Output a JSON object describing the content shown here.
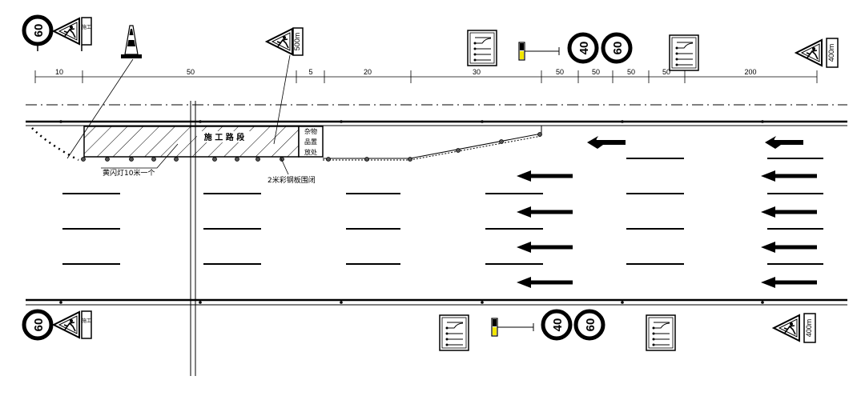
{
  "dimensions": [
    "10",
    "50",
    "5",
    "20",
    "30",
    "50",
    "50",
    "50",
    "50",
    "200"
  ],
  "work_zone": {
    "label": "施 工 路 段",
    "storage_label_lines": [
      "杂物",
      "品置",
      "放处"
    ]
  },
  "annotations": {
    "flash_light": "黄闪灯10米一个",
    "fence": "2米彩钢板围闭"
  },
  "signs": {
    "speed_60": "60",
    "speed_40": "40",
    "distance_400m": "400m",
    "distance_500m": "500m",
    "construction_vertical": "施工"
  },
  "colors": {
    "line": "#000000",
    "signal_yellow": "#f2e600",
    "background": "#ffffff"
  }
}
